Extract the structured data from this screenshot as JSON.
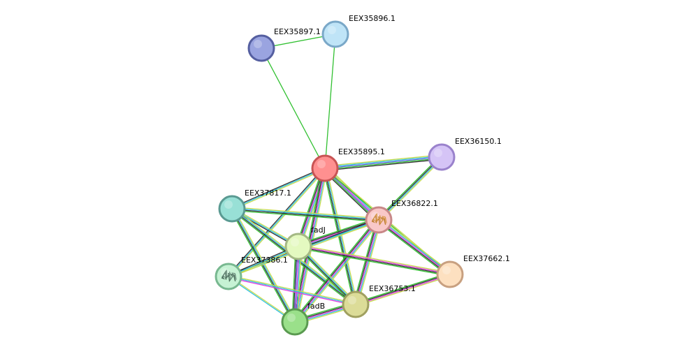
{
  "nodes": [
    {
      "id": "EEX35897.1",
      "label": "EEX35897.1",
      "fill": "#9aa4e0",
      "stroke": "#555fa0"
    },
    {
      "id": "EEX35896.1",
      "label": "EEX35896.1",
      "fill": "#bfe4f7",
      "stroke": "#7aa8c8"
    },
    {
      "id": "EEX35895.1",
      "label": "EEX35895.1",
      "fill": "#ff9090",
      "stroke": "#c85454"
    },
    {
      "id": "EEX36150.1",
      "label": "EEX36150.1",
      "fill": "#d5c4f6",
      "stroke": "#9a82cc"
    },
    {
      "id": "EEX37817.1",
      "label": "EEX37817.1",
      "fill": "#98e0d6",
      "stroke": "#5a9a92"
    },
    {
      "id": "EEX36822.1",
      "label": "EEX36822.1",
      "fill": "#f9c8c8",
      "stroke": "#c88888",
      "structure_icon": "protein-structure-icon"
    },
    {
      "id": "fadJ",
      "label": "fadJ",
      "fill": "#e4f9c0",
      "stroke": "#a4b884"
    },
    {
      "id": "EEX37386.1",
      "label": "EEX37386.1",
      "fill": "#c6f2d4",
      "stroke": "#78b890",
      "structure_icon": "protein-structure-icon"
    },
    {
      "id": "EEX37662.1",
      "label": "EEX37662.1",
      "fill": "#fde0c0",
      "stroke": "#c8a080"
    },
    {
      "id": "EEX36753.1",
      "label": "EEX36753.1",
      "fill": "#dcdc98",
      "stroke": "#a0a060"
    },
    {
      "id": "fadB",
      "label": "fadB",
      "fill": "#9ae08a",
      "stroke": "#5a9a50"
    }
  ],
  "edge_colors": {
    "textmining": "#c8dc50",
    "database": "#30c0e0",
    "experiment": "#e040e0",
    "coexpression": "#303030",
    "neighborhood": "#30c030",
    "homology": "#6060e0",
    "cooccurrence": "#a070ff"
  },
  "edges": [
    {
      "source": "EEX35897.1",
      "target": "EEX35896.1",
      "channels": [
        "neighborhood"
      ]
    },
    {
      "source": "EEX35897.1",
      "target": "EEX35895.1",
      "channels": [
        "neighborhood"
      ]
    },
    {
      "source": "EEX35896.1",
      "target": "EEX35895.1",
      "channels": [
        "neighborhood"
      ]
    },
    {
      "source": "EEX35895.1",
      "target": "EEX36150.1",
      "channels": [
        "textmining",
        "database",
        "homology",
        "neighborhood",
        "coexpression"
      ]
    },
    {
      "source": "EEX35895.1",
      "target": "EEX37817.1",
      "channels": [
        "textmining",
        "database",
        "coexpression"
      ]
    },
    {
      "source": "EEX35895.1",
      "target": "EEX36822.1",
      "channels": [
        "textmining",
        "database",
        "experiment",
        "homology",
        "neighborhood",
        "coexpression"
      ]
    },
    {
      "source": "EEX35895.1",
      "target": "fadJ",
      "channels": [
        "textmining",
        "database",
        "experiment",
        "coexpression",
        "neighborhood"
      ]
    },
    {
      "source": "EEX35895.1",
      "target": "EEX37386.1",
      "channels": [
        "textmining",
        "database",
        "coexpression"
      ]
    },
    {
      "source": "EEX35895.1",
      "target": "EEX37662.1",
      "channels": [
        "textmining",
        "neighborhood"
      ]
    },
    {
      "source": "EEX35895.1",
      "target": "EEX36753.1",
      "channels": [
        "textmining",
        "database",
        "coexpression",
        "neighborhood"
      ]
    },
    {
      "source": "EEX35895.1",
      "target": "fadB",
      "channels": [
        "textmining",
        "database",
        "experiment",
        "coexpression",
        "neighborhood"
      ]
    },
    {
      "source": "EEX36150.1",
      "target": "EEX36822.1",
      "channels": [
        "textmining",
        "database",
        "coexpression",
        "neighborhood"
      ]
    },
    {
      "source": "EEX37817.1",
      "target": "EEX36822.1",
      "channels": [
        "textmining",
        "database",
        "coexpression",
        "neighborhood"
      ]
    },
    {
      "source": "EEX37817.1",
      "target": "fadJ",
      "channels": [
        "textmining",
        "database",
        "coexpression"
      ]
    },
    {
      "source": "EEX37817.1",
      "target": "EEX36753.1",
      "channels": [
        "textmining",
        "database",
        "coexpression",
        "neighborhood"
      ]
    },
    {
      "source": "EEX37817.1",
      "target": "fadB",
      "channels": [
        "textmining",
        "database",
        "coexpression",
        "neighborhood"
      ]
    },
    {
      "source": "EEX36822.1",
      "target": "fadJ",
      "channels": [
        "textmining",
        "database",
        "experiment",
        "coexpression",
        "neighborhood"
      ]
    },
    {
      "source": "EEX36822.1",
      "target": "EEX37386.1",
      "channels": [
        "textmining",
        "database",
        "coexpression"
      ]
    },
    {
      "source": "EEX36822.1",
      "target": "EEX37662.1",
      "channels": [
        "textmining",
        "database",
        "experiment",
        "coexpression",
        "neighborhood"
      ]
    },
    {
      "source": "EEX36822.1",
      "target": "EEX36753.1",
      "channels": [
        "textmining",
        "database",
        "experiment",
        "coexpression",
        "neighborhood"
      ]
    },
    {
      "source": "EEX36822.1",
      "target": "fadB",
      "channels": [
        "textmining",
        "database",
        "experiment",
        "coexpression",
        "neighborhood"
      ]
    },
    {
      "source": "fadJ",
      "target": "EEX37386.1",
      "channels": [
        "textmining",
        "database",
        "coexpression"
      ]
    },
    {
      "source": "fadJ",
      "target": "EEX37662.1",
      "channels": [
        "textmining",
        "experiment",
        "coexpression",
        "neighborhood"
      ]
    },
    {
      "source": "fadJ",
      "target": "EEX36753.1",
      "channels": [
        "textmining",
        "database",
        "coexpression",
        "neighborhood"
      ]
    },
    {
      "source": "fadJ",
      "target": "fadB",
      "channels": [
        "textmining",
        "database",
        "experiment",
        "homology",
        "coexpression",
        "neighborhood"
      ]
    },
    {
      "source": "EEX37386.1",
      "target": "EEX36753.1",
      "channels": [
        "textmining",
        "database",
        "experiment"
      ]
    },
    {
      "source": "EEX37386.1",
      "target": "fadB",
      "channels": [
        "textmining",
        "database"
      ]
    },
    {
      "source": "EEX37662.1",
      "target": "EEX36753.1",
      "channels": [
        "textmining",
        "experiment",
        "coexpression",
        "neighborhood"
      ]
    },
    {
      "source": "EEX36753.1",
      "target": "fadB",
      "channels": [
        "textmining",
        "database",
        "experiment",
        "coexpression",
        "neighborhood"
      ]
    }
  ]
}
